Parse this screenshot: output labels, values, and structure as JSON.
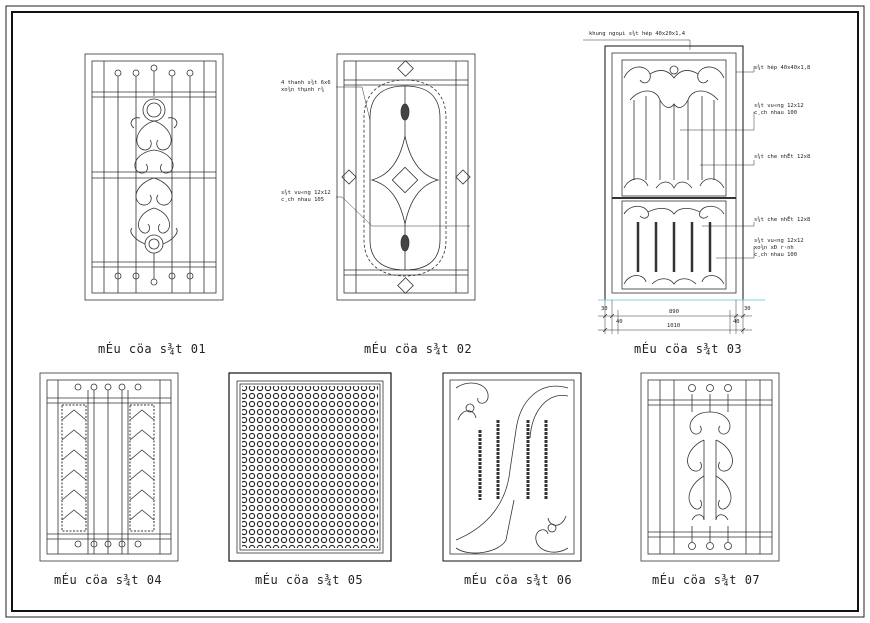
{
  "captions": {
    "p01": "mÉu cöa s¾t  01",
    "p02": "mÉu cöa s¾t  02",
    "p03": "mÉu cöa s¾t  03",
    "p04": "mÉu cöa s¾t  04",
    "p05": "mÉu cöa s¾t  05",
    "p06": "mÉu cöa s¾t  06",
    "p07": "mÉu cöa s¾t  07"
  },
  "notes02": {
    "a1": "4 thanh s¾t 6x6",
    "a2": "xo¾n thµnh r¾",
    "b1": "s¾t vu«ng 12x12",
    "b2": "c¸ch nhau 105"
  },
  "notes03": {
    "top": "khung ngoµi s¾t hép 40x20x1,4",
    "n1": "s¾t hép 40x40x1,8",
    "n2a": "s¾t vu«ng 12x12",
    "n2b": "c¸ch nhau 100",
    "n3": "s¾t che nhËt 12x8",
    "n4": "s¾t che nhËt 12x8",
    "n5a": "s¾t vu«ng 12x12",
    "n5b": "xo¾n xÐ r·nh",
    "n5c": "c¸ch nhau 100"
  },
  "dims03": {
    "left": "30",
    "left2": "40",
    "mid": "890",
    "right": "30",
    "right2": "40",
    "total": "1010"
  },
  "colors": {
    "line": "#333333",
    "frame": "#1a1a1a",
    "ground": "#7fd6e8"
  }
}
